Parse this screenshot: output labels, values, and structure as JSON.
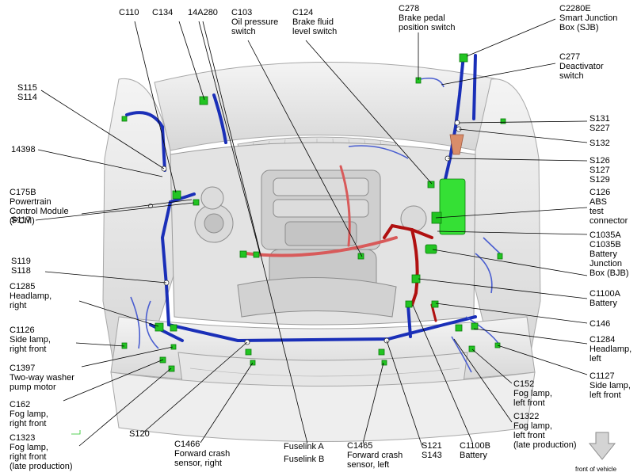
{
  "diagram": {
    "labels": {
      "c110": "C110",
      "c134": "C134",
      "c14a280": "14A280",
      "c103": "C103\nOil pressure\nswitch",
      "c124": "C124\nBrake fluid\nlevel switch",
      "c278": "C278\nBrake pedal\nposition switch",
      "c2280e": "C2280E\nSmart Junction\nBox (SJB)",
      "c277": "C277\nDeactivator\nswitch",
      "s115": "S115\nS114",
      "s131": "S131\nS227",
      "s132": "S132",
      "c14398": "14398",
      "s126": "S126\nS127\nS129",
      "c175b": "C175B\nPowertrain\nControl Module\n(PCM)",
      "c126": "C126\nABS\ntest\nconnector",
      "s117": "S117",
      "c1035": "C1035A\nC1035B\nBattery\nJunction\nBox (BJB)",
      "s119": "S119\nS118",
      "c1285": "C1285\nHeadlamp,\nright",
      "c1100a": "C1100A\nBattery",
      "c146": "C146",
      "c1126": "C1126\nSide lamp,\nright front",
      "c1284": "C1284\nHeadlamp,\nleft",
      "c1397": "C1397\nTwo-way washer\npump motor",
      "c1127": "C1127\nSide lamp,\nleft front",
      "c162": "C162\nFog lamp,\nright front",
      "c152": "C152\nFog lamp,\nleft front",
      "c1323": "C1323\nFog lamp,\nright front\n(late production)",
      "c1322": "C1322\nFog lamp,\nleft front\n(late production)",
      "s120": "S120",
      "c1466": "C1466\nForward crash\nsensor, right",
      "fuselink_a": "Fuselink A",
      "fuselink_b": "Fuselink B",
      "c1465": "C1465\nForward crash\nsensor, left",
      "s121": "S121\nS143",
      "c1100b": "C1100B\nBattery"
    },
    "front_of_vehicle": "front of vehicle"
  }
}
